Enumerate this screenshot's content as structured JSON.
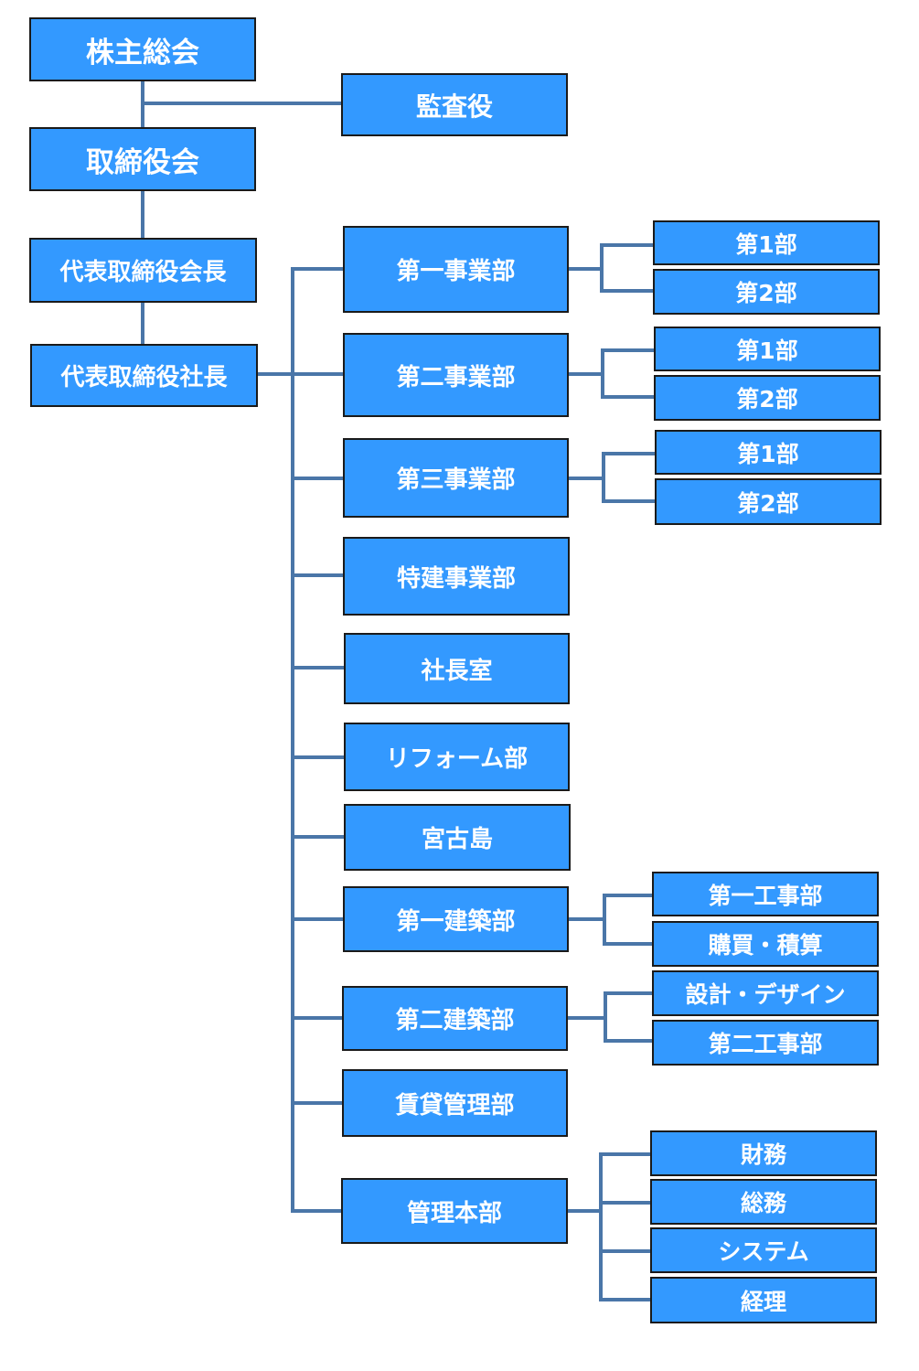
{
  "colors": {
    "box_fill": "#3399ff",
    "box_border": "#1a1a1a",
    "text": "#ffffff",
    "connector": "#4a76a8"
  },
  "nodes": {
    "shareholders": "株主総会",
    "auditor": "監査役",
    "board": "取締役会",
    "chairman": "代表取締役会長",
    "president": "代表取締役社長",
    "biz1": "第一事業部",
    "biz1_d1": "第1部",
    "biz1_d2": "第2部",
    "biz2": "第二事業部",
    "biz2_d1": "第1部",
    "biz2_d2": "第2部",
    "biz3": "第三事業部",
    "biz3_d1": "第1部",
    "biz3_d2": "第2部",
    "special": "特建事業部",
    "president_office": "社長室",
    "reform": "リフォーム部",
    "miyakojima": "宮古島",
    "const1": "第一建築部",
    "const1_works": "第一工事部",
    "const1_purchase": "購買・積算",
    "const2": "第二建築部",
    "const2_design": "設計・デザイン",
    "const2_works": "第二工事部",
    "rental": "賃貸管理部",
    "admin": "管理本部",
    "admin_finance": "財務",
    "admin_general": "総務",
    "admin_system": "システム",
    "admin_accounting": "経理"
  }
}
